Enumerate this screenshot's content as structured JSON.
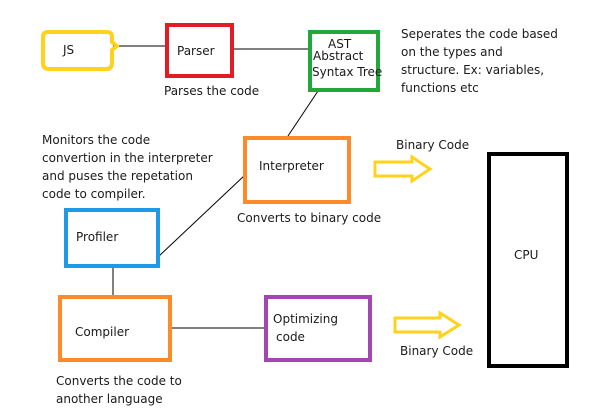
{
  "colors": {
    "js": "#ffd21c",
    "parser": "#e01d24",
    "ast": "#22a83a",
    "interpreter": "#ff8a2a",
    "profiler": "#1e9be8",
    "compiler": "#ff8a2a",
    "optimizing": "#a346b4",
    "cpu": "#000000",
    "arrow": "#ffd21c",
    "line": "#000000"
  },
  "nodes": {
    "js": "JS",
    "parser": "Parser",
    "ast": [
      "AST",
      "Abstract",
      "Syntax Tree"
    ],
    "interpreter": "Interpreter",
    "profiler": "Profiler",
    "compiler": "Compiler",
    "optimizing": [
      "Optimizing",
      "code"
    ],
    "cpu": "CPU"
  },
  "annotations": {
    "parser": "Parses the code",
    "ast": [
      "Seperates the code based",
      "on the types and",
      "structure. Ex: variables,",
      "functions etc"
    ],
    "profiler": [
      "Monitors the code",
      "convertion in the interpreter",
      "and puses the repetation",
      "code to compiler."
    ],
    "interpreter": "Converts to binary code",
    "compiler": [
      "Converts the code to",
      "another language"
    ],
    "binary_top": "Binary Code",
    "binary_bottom": "Binary Code"
  },
  "arrow_icons": [
    "yellow-arrow-icon",
    "yellow-arrow-icon"
  ]
}
